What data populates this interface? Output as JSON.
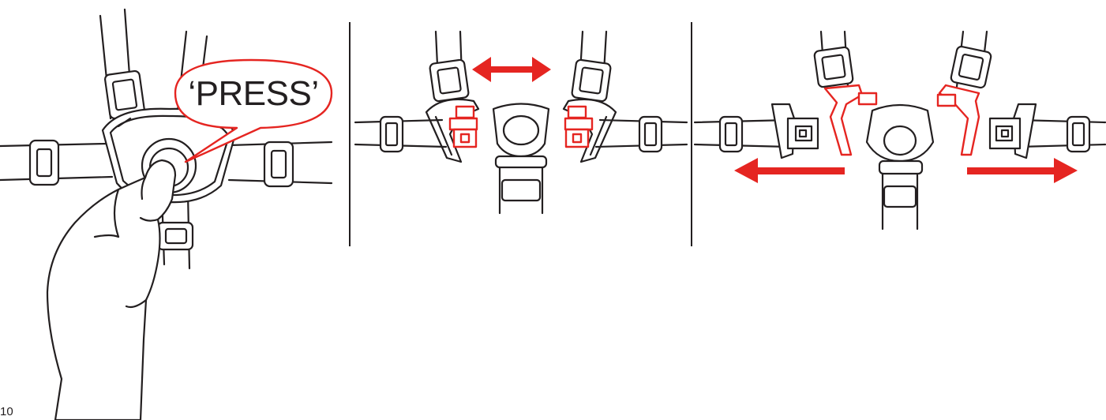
{
  "callout": {
    "text": "‘PRESS’"
  },
  "page": {
    "number": "10"
  },
  "colors": {
    "accent": "#e52521",
    "ink": "#231f20",
    "background": "#ffffff"
  },
  "panels": [
    {
      "name": "press-button",
      "icons": [
        "hand-icon",
        "harness-buckle-icon",
        "speech-bubble-icon"
      ]
    },
    {
      "name": "release-buckle",
      "icons": [
        "double-arrow-icon",
        "harness-buckle-icon"
      ]
    },
    {
      "name": "pull-apart",
      "icons": [
        "arrow-left-icon",
        "arrow-right-icon",
        "harness-buckle-icon"
      ]
    }
  ]
}
